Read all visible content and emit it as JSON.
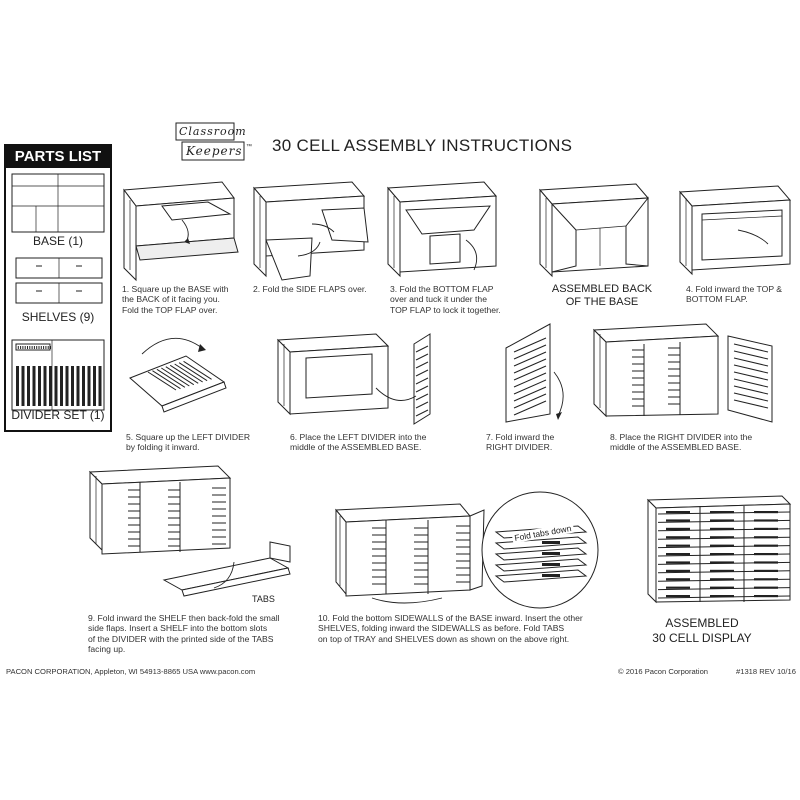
{
  "logo": {
    "line1": "Classroom",
    "line2": "Keepers",
    "tm": "™"
  },
  "title": "30 CELL ASSEMBLY INSTRUCTIONS",
  "parts_list": {
    "heading": "PARTS LIST",
    "items": [
      "BASE (1)",
      "SHELVES (9)",
      "DIVIDER SET (1)"
    ]
  },
  "steps": {
    "s1": [
      "1. Square up the BASE with",
      "the BACK of it facing you.",
      "Fold the TOP FLAP over."
    ],
    "s2": [
      "2. Fold the SIDE FLAPS over."
    ],
    "s3": [
      "3. Fold the BOTTOM FLAP",
      "over and tuck it under the",
      "TOP FLAP to lock it together."
    ],
    "assembled_back": [
      "ASSEMBLED BACK",
      "OF THE BASE"
    ],
    "s4": [
      "4. Fold inward the TOP &",
      "BOTTOM FLAP."
    ],
    "s5": [
      "5. Square up the LEFT DIVIDER",
      "by folding it inward."
    ],
    "s6": [
      "6. Place the LEFT DIVIDER into the",
      "middle of the ASSEMBLED BASE."
    ],
    "s7": [
      "7. Fold inward the",
      "RIGHT DIVIDER."
    ],
    "s8": [
      "8. Place the  RIGHT DIVIDER into the",
      "middle of the ASSEMBLED BASE."
    ],
    "s9": [
      "9. Fold inward the SHELF then back-fold the small",
      "side flaps. Insert a SHELF into the bottom slots",
      "of the DIVIDER with the printed side of the TABS",
      "facing up."
    ],
    "s10": [
      "10. Fold the bottom SIDEWALLS of the BASE inward. Insert the other",
      "SHELVES, folding inward the SIDEWALLS as before. Fold TABS",
      "on top of TRAY and SHELVES down as shown on the above right."
    ],
    "assembled_display": [
      "ASSEMBLED",
      "30 CELL DISPLAY"
    ]
  },
  "labels": {
    "tabs": "TABS",
    "fold_tabs_down": "Fold tabs down"
  },
  "footer": {
    "left": "PACON CORPORATION, Appleton, WI 54913-8865 USA   www.pacon.com",
    "copyright": "© 2016 Pacon Corporation",
    "rev": "#1318 REV 10/16"
  }
}
